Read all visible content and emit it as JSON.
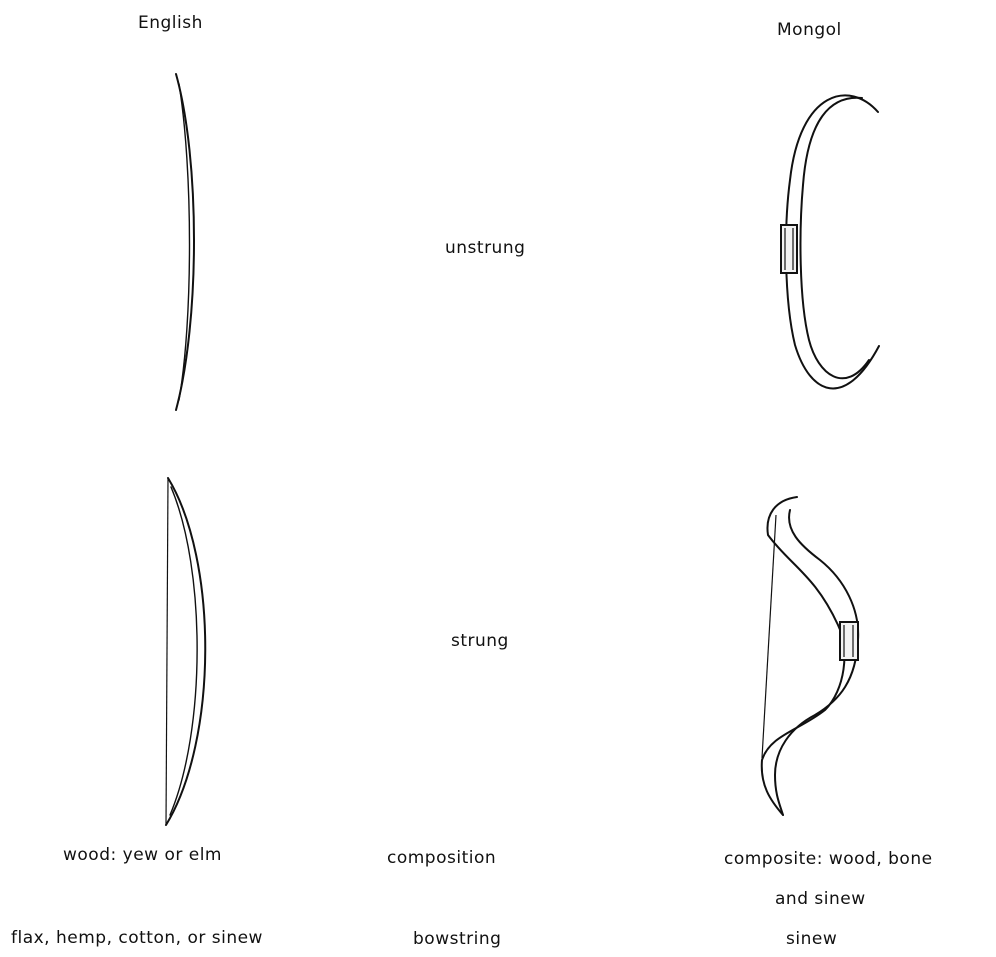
{
  "headers": {
    "english": "English",
    "mongol": "Mongol"
  },
  "rows": {
    "unstrung": "unstrung",
    "strung": "strung"
  },
  "composition": {
    "label": "composition",
    "english": "wood: yew or elm",
    "mongol_line1": "composite: wood, bone",
    "mongol_line2": "and sinew"
  },
  "bowstring": {
    "label": "bowstring",
    "english": "flax, hemp, cotton, or sinew",
    "mongol": "sinew"
  }
}
